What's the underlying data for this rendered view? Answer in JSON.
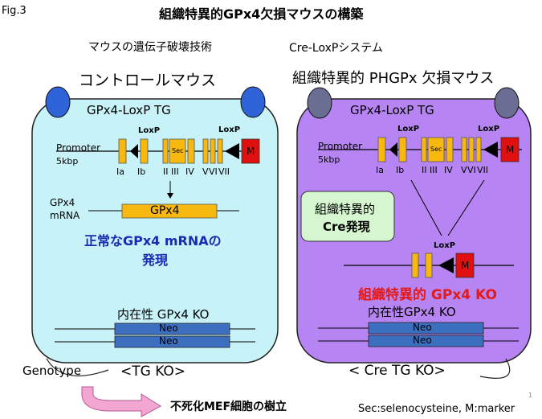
{
  "header": {
    "fig_label": "Fig.3",
    "title": "組織特異的GPx4欠損マウスの構築"
  },
  "subtitles": {
    "left": "マウスの遺伝子破壊技術",
    "right": "Cre-LoxPシステム"
  },
  "left_panel": {
    "heading": "コントロールマウス",
    "tg_label": "GPx4-LoxP TG",
    "loxp_labels": [
      "LoxP",
      "LoxP"
    ],
    "promoter_label": "Promoter",
    "size_label": "5kbp",
    "sec_label": "Sec",
    "marker_label": "M",
    "exon_labels": [
      "Ia",
      "Ib",
      "II",
      "III",
      "IV",
      "V",
      "VI",
      "VII"
    ],
    "mrna_label_1": "GPx4",
    "mrna_label_2": "mRNA",
    "mrna_bar_label": "GPx4",
    "result_line_1": "正常なGPx4 mRNAの",
    "result_line_2": "発現",
    "endogenous_label": "内在性 GPx4 KO",
    "neo_labels": [
      "Neo",
      "Neo"
    ],
    "genotype_value": "<TG KO>"
  },
  "right_panel": {
    "heading": "組織特異的 PHGPx 欠損マウス",
    "tg_label": "GPx4-LoxP TG",
    "loxp_labels": [
      "LoxP",
      "LoxP"
    ],
    "promoter_label": "Promoter",
    "size_label": "5kbp",
    "sec_label": "Sec",
    "marker_label": "M",
    "exon_labels": [
      "Ia",
      "Ib",
      "II",
      "III",
      "IV",
      "V",
      "VI",
      "VII"
    ],
    "cre_box_line_1": "組織特異的",
    "cre_box_line_2": "Cre発現",
    "recombined_loxp_label": "LoxP",
    "recombined_marker_label": "M",
    "ko_label": "組織特異的 GPx4 KO",
    "endogenous_label": "内在性GPx4 KO",
    "neo_labels": [
      "Neo",
      "Neo"
    ],
    "genotype_value": "< Cre TG KO>"
  },
  "footer": {
    "genotype_label": "Genotype",
    "arrow_text": "不死化MEF細胞の樹立",
    "note": "Sec:selenocysteine, M:marker",
    "page_number": "1"
  },
  "colors": {
    "left_cell_fill": "#c6f2f8",
    "right_cell_fill": "#b784f3",
    "left_nucleus": "#2f63d8",
    "right_nucleus": "#6b6e93",
    "exon": "#f7b80f",
    "marker": "#e01010",
    "neo": "#3d6fc0",
    "cre_box": "#d6f6d0",
    "blue_text": "#1b2ab3",
    "red_text": "#e21a1a",
    "pink_arrow": "#f4a6d3"
  }
}
